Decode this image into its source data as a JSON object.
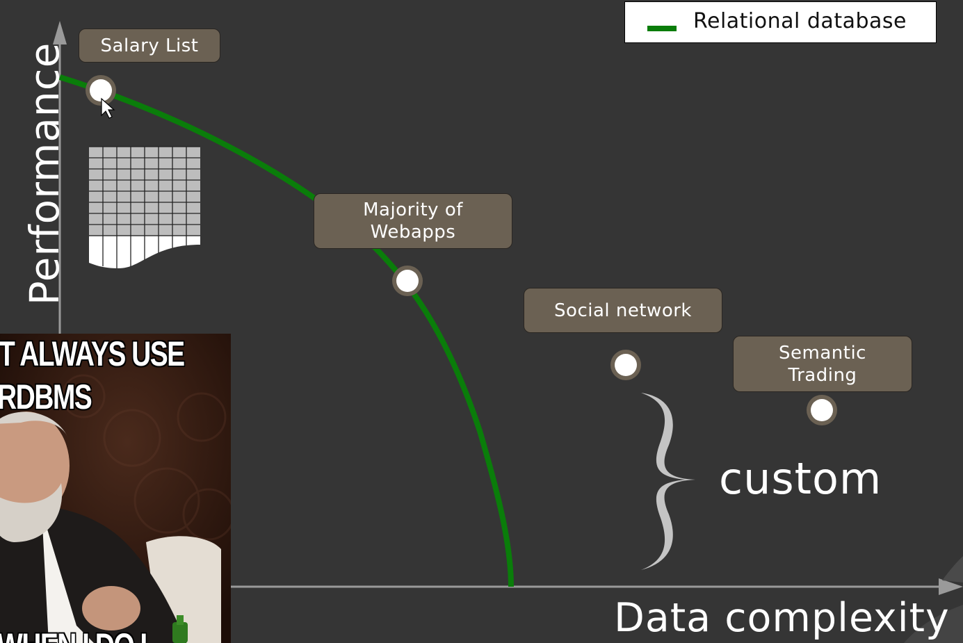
{
  "legend": {
    "label": "Relational database",
    "color": "#0a7d0a"
  },
  "axes": {
    "y_label": "Performance",
    "x_label": "Data complexity"
  },
  "callouts": {
    "salary_list": "Salary List",
    "webapps": "Majority of\nWebapps",
    "social_network": "Social network",
    "semantic_trading": "Semantic\nTrading"
  },
  "brace_label": "custom",
  "meme": {
    "line1": "T ALWAYS USE",
    "line2": "RDBMS",
    "line3": "WHEN I DO I"
  },
  "colors": {
    "background": "#353535",
    "curve": "#0a7d0a",
    "callout_fill": "#6b6153",
    "axis": "#9a9a9a",
    "brace": "#c4c4c4"
  }
}
